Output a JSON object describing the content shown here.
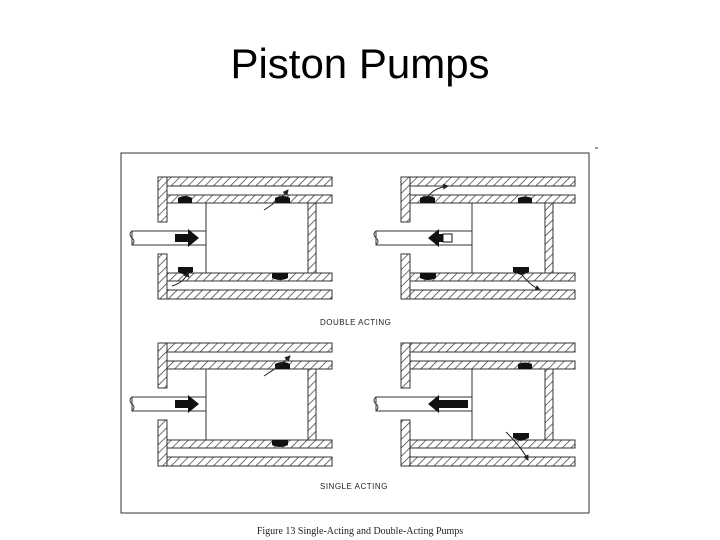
{
  "slide": {
    "title": "Piston Pumps"
  },
  "figure": {
    "caption": "Figure 13  Single-Acting and Double-Acting Pumps",
    "labels": {
      "double_acting": "DOUBLE  ACTING",
      "single_acting": "SINGLE  ACTING"
    }
  }
}
